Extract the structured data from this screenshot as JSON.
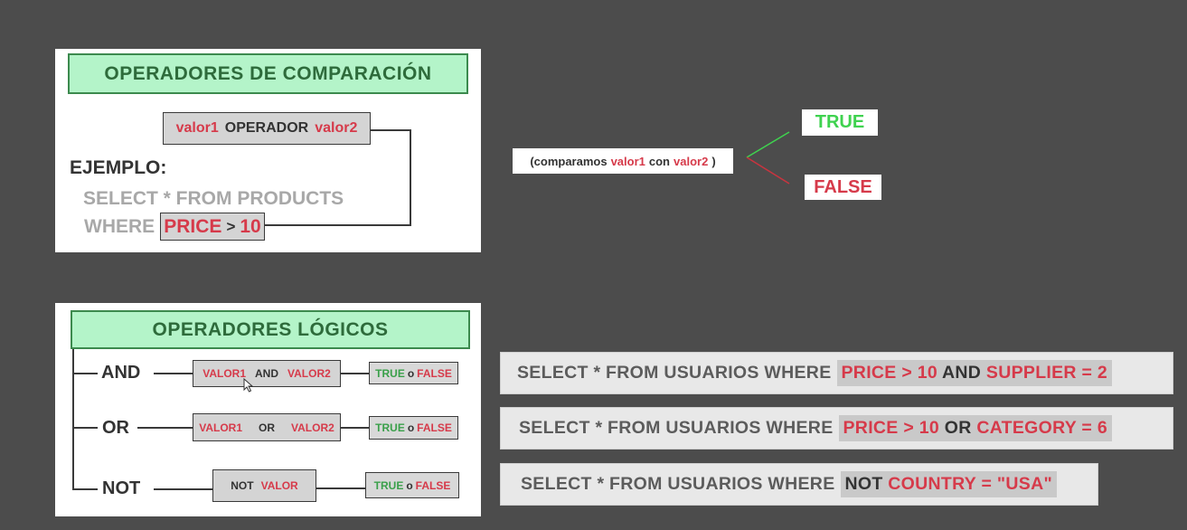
{
  "comparison": {
    "title": "OPERADORES DE COMPARACIÓN",
    "syntax": {
      "left": "valor1",
      "operator": "OPERADOR",
      "right": "valor2"
    },
    "example_label": "EJEMPLO:",
    "example_line1": "SELECT * FROM PRODUCTS",
    "example_where": "WHERE",
    "example_field": "PRICE",
    "example_op": ">",
    "example_value": "10"
  },
  "comparison_note": {
    "open": "(comparamos",
    "valor1": "valor1",
    "con": "con",
    "valor2": "valor2",
    "close": ")"
  },
  "results": {
    "true_label": "TRUE",
    "false_label": "FALSE"
  },
  "logical": {
    "title": "OPERADORES LÓGICOS",
    "rows": [
      {
        "op": "AND",
        "left": "VALOR1",
        "middle": "AND",
        "right": "VALOR2",
        "true": "TRUE",
        "o": "o",
        "false": "FALSE"
      },
      {
        "op": "OR",
        "left": "VALOR1",
        "middle": "OR",
        "right": "VALOR2",
        "true": "TRUE",
        "o": "o",
        "false": "FALSE"
      },
      {
        "op": "NOT",
        "middle": "NOT",
        "right": "VALOR",
        "true": "TRUE",
        "o": "o",
        "false": "FALSE"
      }
    ]
  },
  "queries": [
    {
      "lead": "SELECT * FROM USUARIOS WHERE",
      "a": "PRICE > 10",
      "op": "AND",
      "b": "SUPPLIER = 2"
    },
    {
      "lead": "SELECT * FROM USUARIOS WHERE",
      "a": "PRICE > 10",
      "op": "OR",
      "b": "CATEGORY = 6"
    },
    {
      "lead": "SELECT * FROM USUARIOS WHERE",
      "op": "NOT",
      "b": "COUNTRY = \"USA\""
    }
  ],
  "colors": {
    "background": "#4c4c4c",
    "title_fill": "#b4f4c9",
    "title_text": "#2e6b3b",
    "red": "#d63a4a",
    "green": "#3aa04a"
  }
}
